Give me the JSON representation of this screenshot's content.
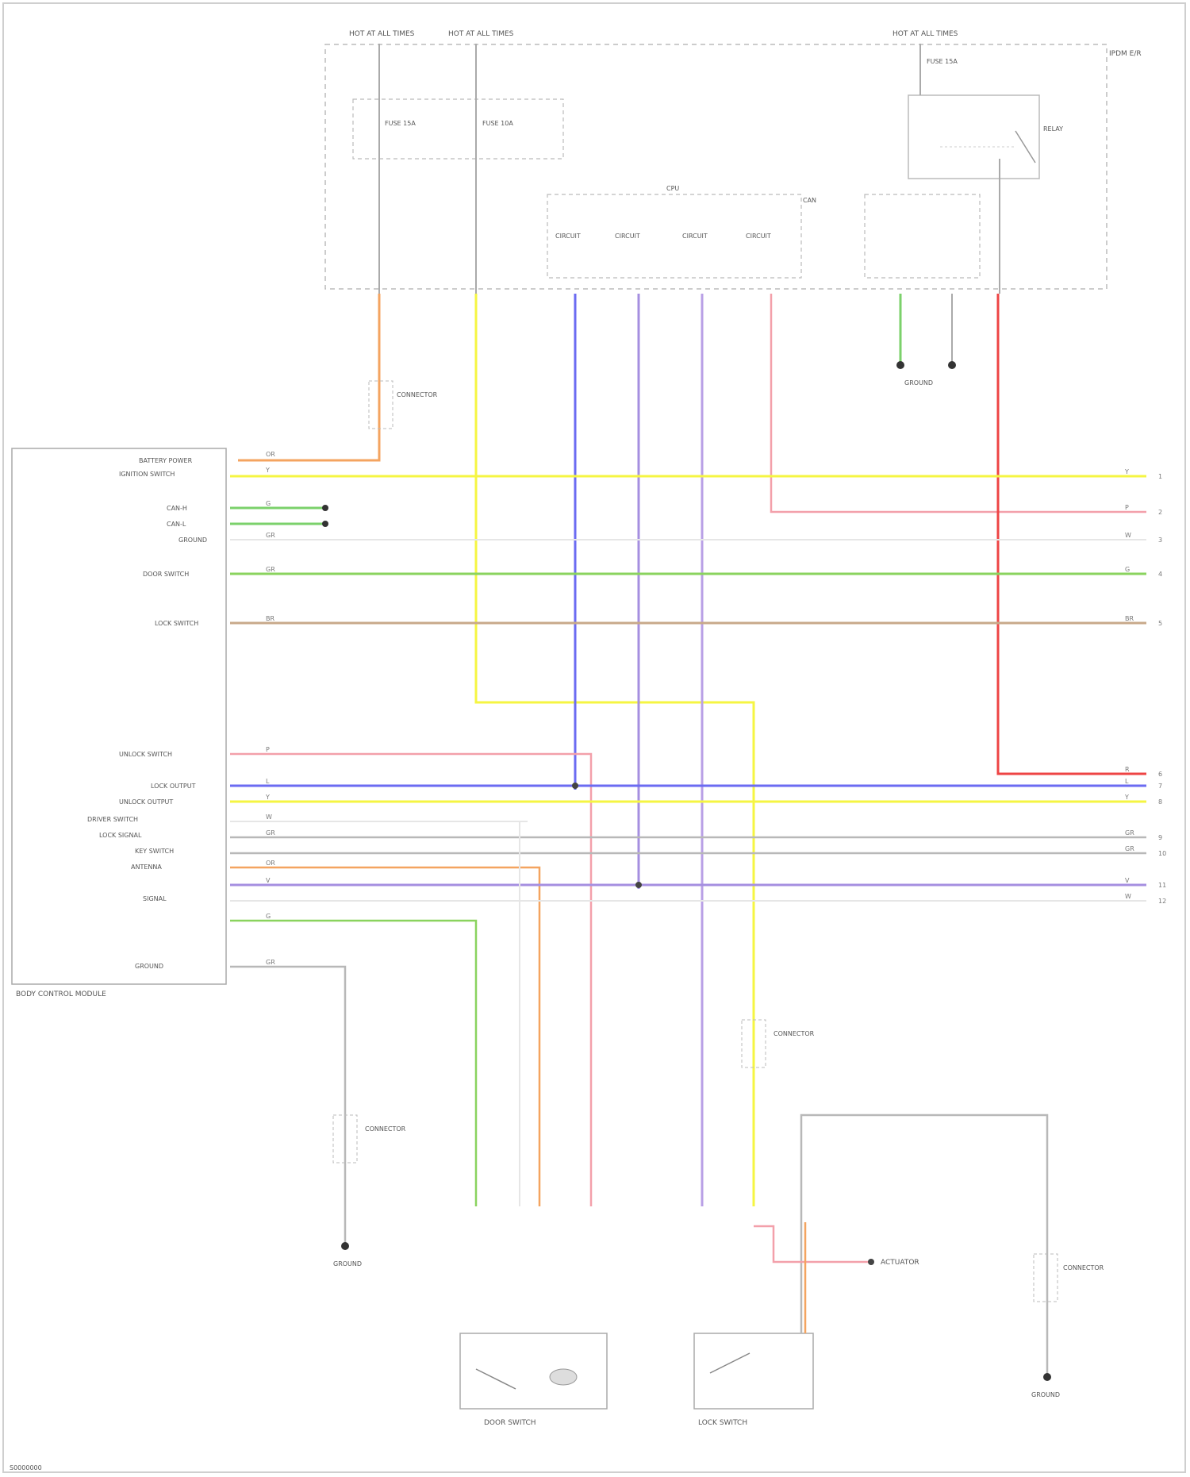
{
  "diagram": {
    "sources": [
      "HOT AT ALL TIMES",
      "HOT AT ALL TIMES",
      "HOT AT ALL TIMES"
    ],
    "ipdm_box_label": "IPDM E/R",
    "fuse_a": "FUSE 15A",
    "fuse_b": "FUSE 10A",
    "fuse_c": "FUSE 15A",
    "relay_label": "RELAY",
    "cpu_label": "CPU",
    "can_label": "CAN",
    "circuit_labels": [
      "CIRCUIT",
      "CIRCUIT",
      "CIRCUIT",
      "CIRCUIT"
    ],
    "ground_label": "GROUND",
    "bcm_pins": [
      "BATTERY POWER",
      "IGNITION SWITCH",
      "CAN-H",
      "CAN-L",
      "GROUND",
      "DOOR SWITCH",
      "LOCK SWITCH",
      "UNLOCK SWITCH",
      "LOCK OUTPUT",
      "UNLOCK OUTPUT",
      "DRIVER SWITCH",
      "LOCK SIGNAL",
      "KEY SWITCH",
      "ANTENNA",
      "SIGNAL",
      "GROUND"
    ],
    "bcm_label": "BODY CONTROL MODULE",
    "wire_colors": [
      "OR",
      "Y",
      "G",
      "GR",
      "GR",
      "BR",
      "P",
      "L",
      "Y",
      "GR",
      "W",
      "OR",
      "V",
      "G",
      "GR"
    ],
    "right_codes": [
      "Y",
      "P",
      "W",
      "G",
      "BR",
      "R",
      "L",
      "Y",
      "GR",
      "GR",
      "V",
      "W"
    ],
    "right_nums": [
      "1",
      "2",
      "3",
      "4",
      "5",
      "6",
      "7",
      "8",
      "9",
      "10",
      "11",
      "12"
    ],
    "connector_notes": [
      "CONNECTOR",
      "CONNECTOR",
      "CONNECTOR",
      "CONNECTOR"
    ],
    "ground_bottom_left": "GROUND",
    "ground_bottom_right": "GROUND",
    "switch_left": "DOOR SWITCH",
    "switch_mid": "LOCK SWITCH",
    "device_right": "ACTUATOR",
    "footer_id": "S0000000"
  }
}
